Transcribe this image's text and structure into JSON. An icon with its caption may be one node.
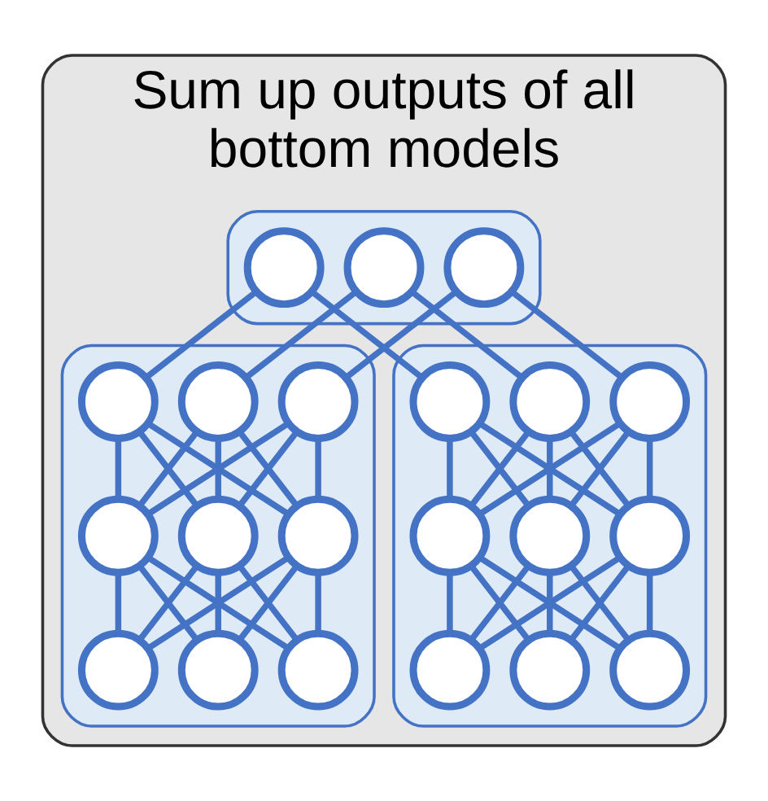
{
  "diagram": {
    "nodes": [
      {
        "text": [
          "Sum up outputs of all bottom models"
        ]
      },
      {
        "text": [],
        "shape": "box",
        "in": 0
      },
      {
        "text": [],
        "shape": "circle",
        "in": 1
      },
      {
        "text": [],
        "shape": "circle",
        "in": 1
      },
      {
        "text": [],
        "shape": "circle",
        "in": 1
      },
      {
        "text": [],
        "shape": "box",
        "in": 0
      },
      {
        "text": [],
        "shape": "circle",
        "in": 5
      },
      {
        "text": [],
        "shape": "circle",
        "in": 5
      },
      {
        "text": [],
        "shape": "circle",
        "in": 5
      },
      {
        "text": [],
        "shape": "circle",
        "in": 5
      },
      {
        "text": [],
        "shape": "circle",
        "in": 5
      },
      {
        "text": [],
        "shape": "circle",
        "in": 5
      },
      {
        "text": [],
        "shape": "circle",
        "in": 5
      },
      {
        "text": [],
        "shape": "circle",
        "in": 5
      },
      {
        "text": [],
        "shape": "circle",
        "in": 5
      },
      {
        "text": [],
        "shape": "box",
        "in": 0
      },
      {
        "text": [],
        "shape": "circle",
        "in": 15
      },
      {
        "text": [],
        "shape": "circle",
        "in": 15
      },
      {
        "text": [],
        "shape": "circle",
        "in": 15
      },
      {
        "text": [],
        "shape": "circle",
        "in": 15
      },
      {
        "text": [],
        "shape": "circle",
        "in": 15
      },
      {
        "text": [],
        "shape": "circle",
        "in": 15
      },
      {
        "text": [],
        "shape": "circle",
        "in": 15
      },
      {
        "text": [],
        "shape": "circle",
        "in": 15
      },
      {
        "text": [],
        "shape": "circle",
        "in": 15
      }
    ],
    "edges": [
      {
        "from": 2,
        "to": 6,
        "arrow": "none"
      },
      {
        "from": 3,
        "to": 7,
        "arrow": "none"
      },
      {
        "from": 4,
        "to": 8,
        "arrow": "none"
      },
      {
        "from": 2,
        "to": 16,
        "arrow": "none"
      },
      {
        "from": 3,
        "to": 17,
        "arrow": "none"
      },
      {
        "from": 4,
        "to": 18,
        "arrow": "none"
      },
      {
        "from": 6,
        "to": 9,
        "arrow": "none"
      },
      {
        "from": 6,
        "to": 10,
        "arrow": "none"
      },
      {
        "from": 6,
        "to": 11,
        "arrow": "none"
      },
      {
        "from": 7,
        "to": 9,
        "arrow": "none"
      },
      {
        "from": 7,
        "to": 10,
        "arrow": "none"
      },
      {
        "from": 7,
        "to": 11,
        "arrow": "none"
      },
      {
        "from": 8,
        "to": 9,
        "arrow": "none"
      },
      {
        "from": 8,
        "to": 10,
        "arrow": "none"
      },
      {
        "from": 8,
        "to": 11,
        "arrow": "none"
      },
      {
        "from": 9,
        "to": 12,
        "arrow": "none"
      },
      {
        "from": 9,
        "to": 13,
        "arrow": "none"
      },
      {
        "from": 9,
        "to": 14,
        "arrow": "none"
      },
      {
        "from": 10,
        "to": 12,
        "arrow": "none"
      },
      {
        "from": 10,
        "to": 13,
        "arrow": "none"
      },
      {
        "from": 10,
        "to": 14,
        "arrow": "none"
      },
      {
        "from": 11,
        "to": 12,
        "arrow": "none"
      },
      {
        "from": 11,
        "to": 13,
        "arrow": "none"
      },
      {
        "from": 11,
        "to": 14,
        "arrow": "none"
      },
      {
        "from": 16,
        "to": 19,
        "arrow": "none"
      },
      {
        "from": 16,
        "to": 20,
        "arrow": "none"
      },
      {
        "from": 16,
        "to": 21,
        "arrow": "none"
      },
      {
        "from": 17,
        "to": 19,
        "arrow": "none"
      },
      {
        "from": 17,
        "to": 20,
        "arrow": "none"
      },
      {
        "from": 17,
        "to": 21,
        "arrow": "none"
      },
      {
        "from": 18,
        "to": 19,
        "arrow": "none"
      },
      {
        "from": 18,
        "to": 20,
        "arrow": "none"
      },
      {
        "from": 18,
        "to": 21,
        "arrow": "none"
      },
      {
        "from": 19,
        "to": 22,
        "arrow": "none"
      },
      {
        "from": 19,
        "to": 23,
        "arrow": "none"
      },
      {
        "from": 19,
        "to": 24,
        "arrow": "none"
      },
      {
        "from": 20,
        "to": 22,
        "arrow": "none"
      },
      {
        "from": 20,
        "to": 23,
        "arrow": "none"
      },
      {
        "from": 20,
        "to": 24,
        "arrow": "none"
      },
      {
        "from": 21,
        "to": 22,
        "arrow": "none"
      },
      {
        "from": 21,
        "to": 23,
        "arrow": "none"
      },
      {
        "from": 21,
        "to": 24,
        "arrow": "none"
      }
    ]
  }
}
